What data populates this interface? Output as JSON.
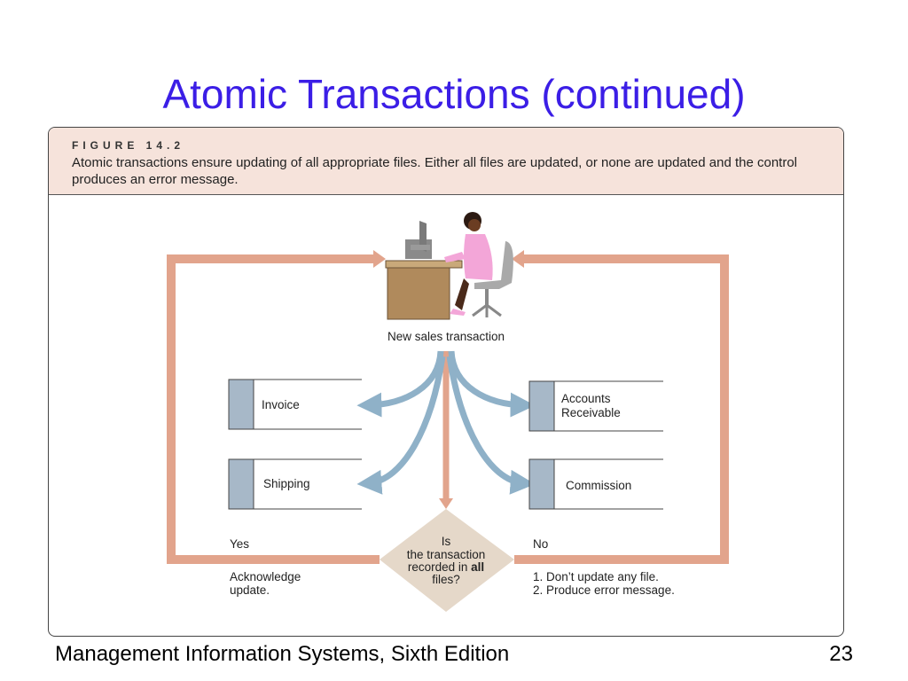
{
  "slide": {
    "title": "Atomic Transactions (continued)",
    "footer": "Management Information Systems, Sixth Edition",
    "page_number": "23"
  },
  "figure": {
    "label": "FIGURE 14.2",
    "caption": "Atomic transactions ensure updating of all appropriate files. Either all files are updated, or none are updated and the control produces an error message."
  },
  "diagram": {
    "source_label": "New sales transaction",
    "files": {
      "invoice": "Invoice",
      "shipping": "Shipping",
      "accounts_line1": "Accounts",
      "accounts_line2": "Receivable",
      "commission": "Commission"
    },
    "decision": {
      "line1": "Is",
      "line2": "the transaction",
      "line3_pre": "recorded in ",
      "line3_bold": "all",
      "line4": "files?"
    },
    "yes": {
      "label": "Yes",
      "line1": "Acknowledge",
      "line2": "update."
    },
    "no": {
      "label": "No",
      "line1": "1. Don’t update any file.",
      "line2": "2. Produce error message."
    }
  },
  "colors": {
    "title": "#3b1ee6",
    "loop_arrow": "#e2a48c",
    "flow_arrow": "#8fb1c8",
    "decision_fill": "#e5d8c9",
    "file_tab": "#a7b8c8"
  }
}
